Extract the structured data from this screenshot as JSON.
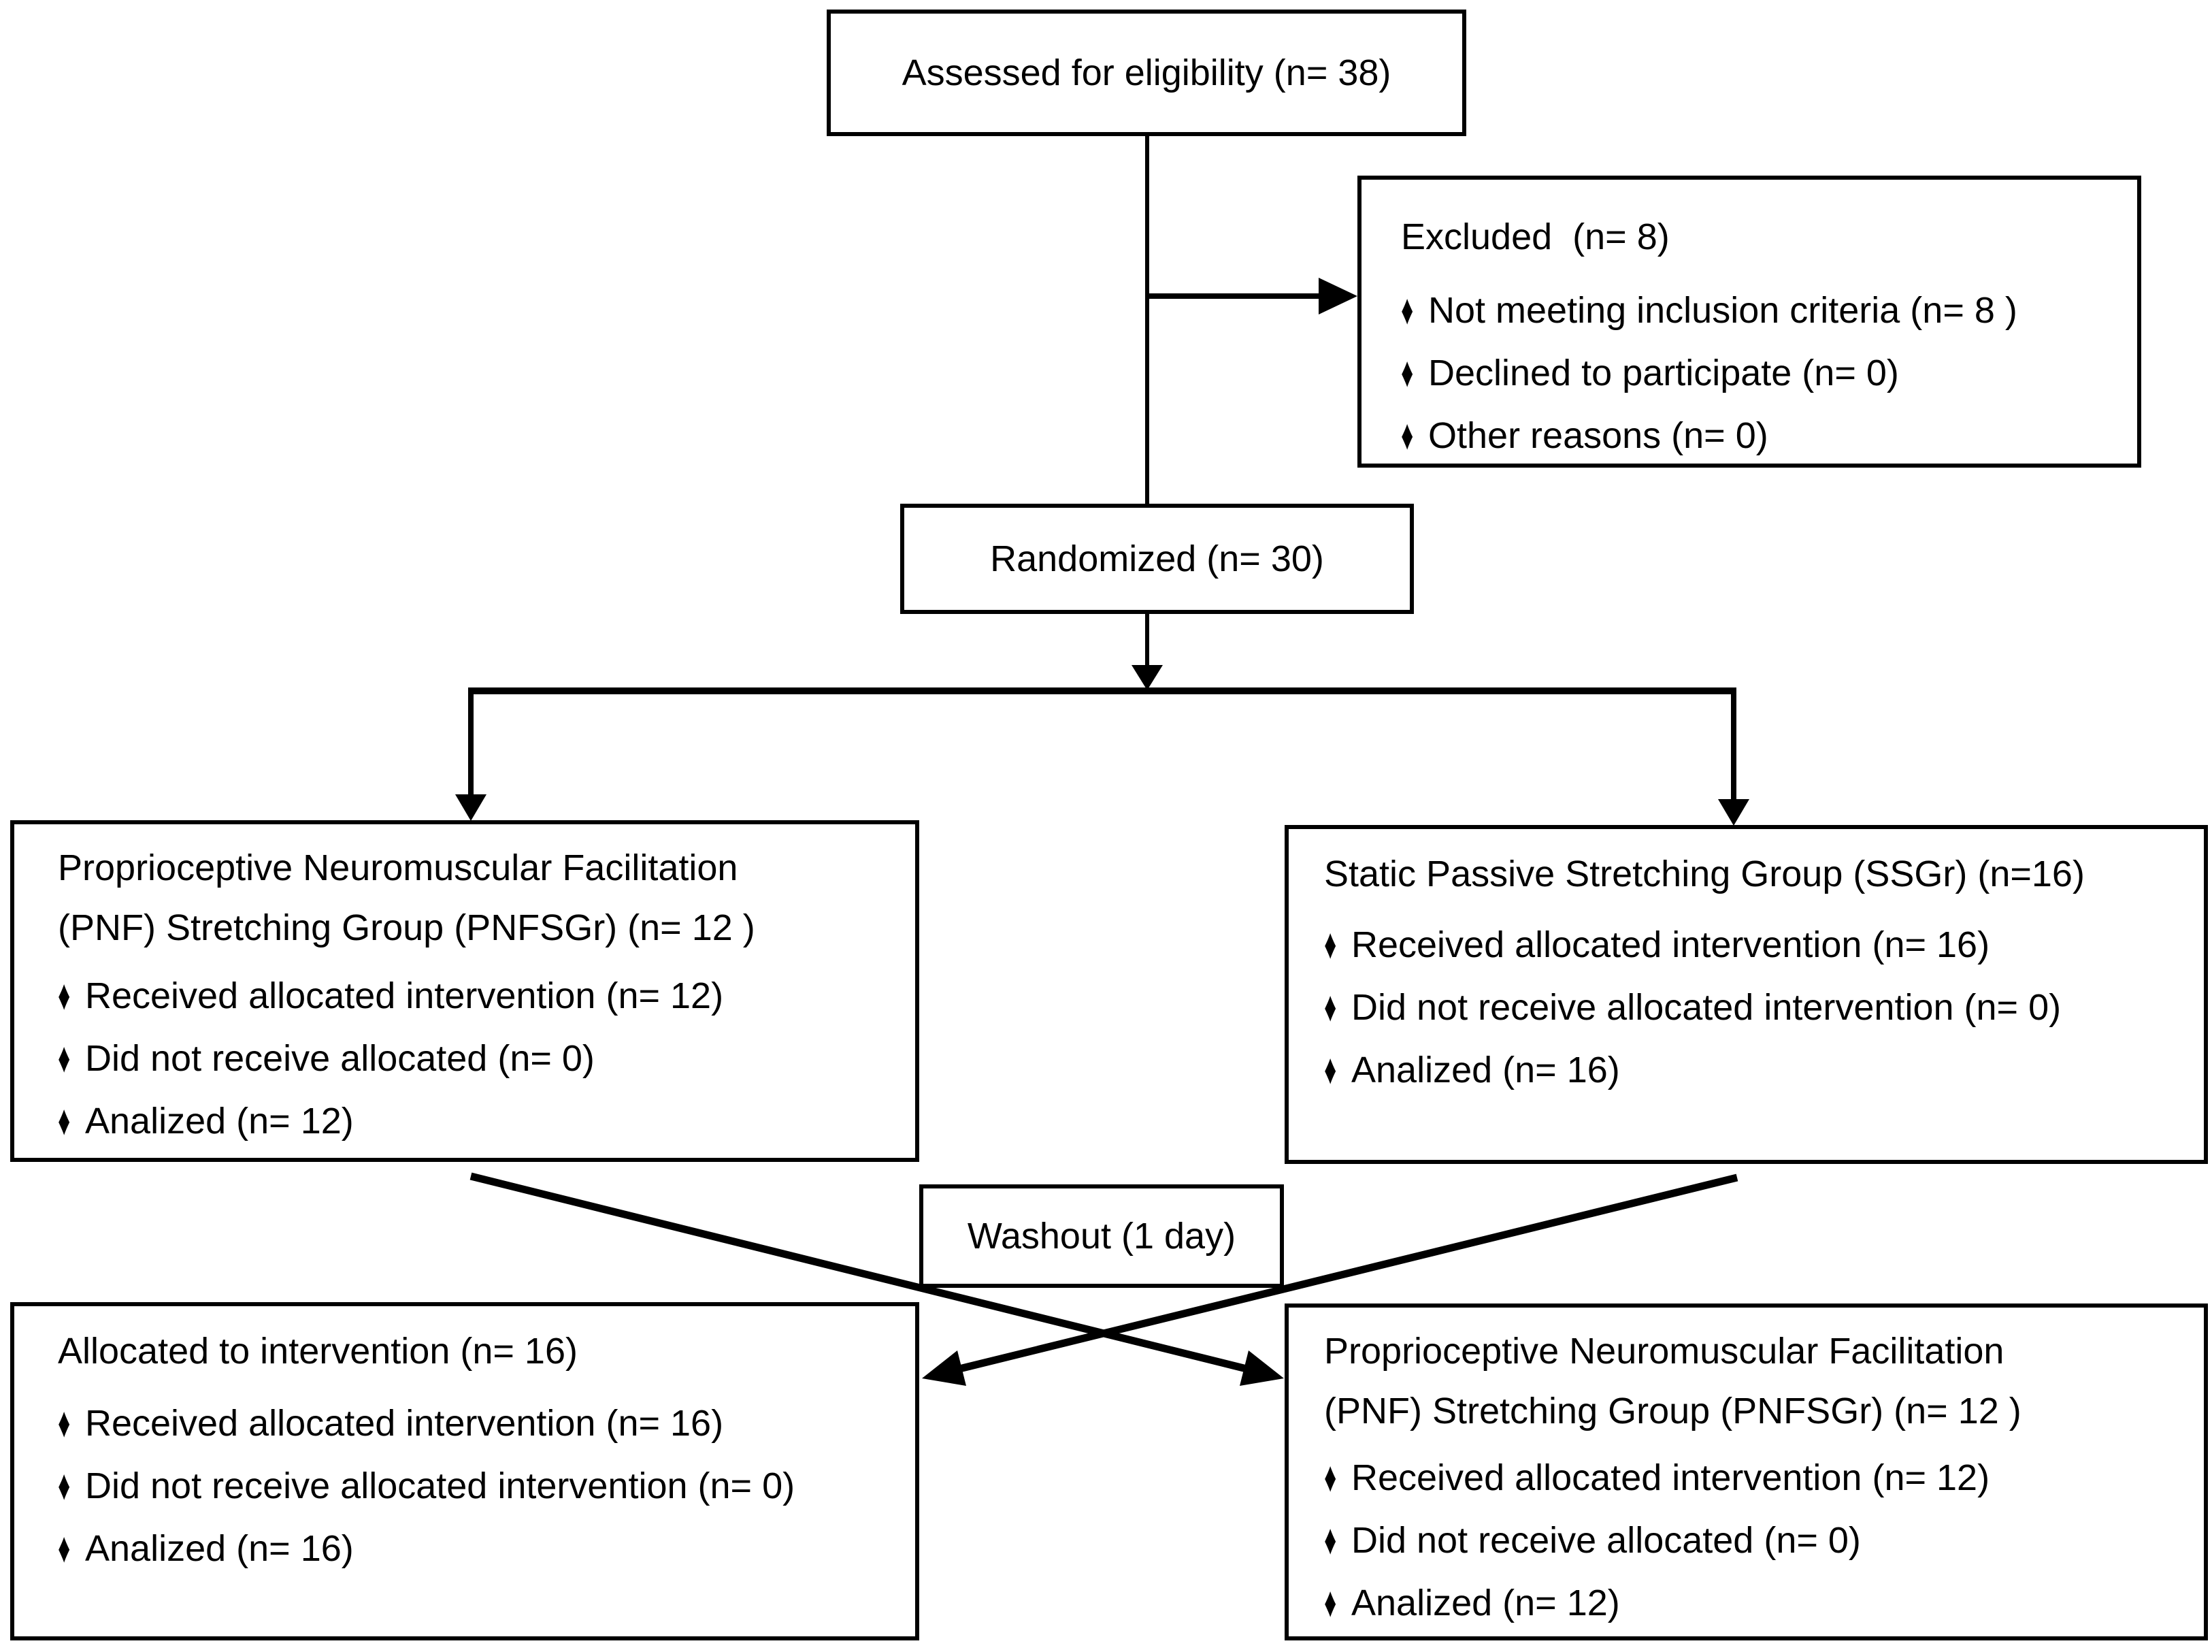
{
  "diagram_title": "CONSORT participant flow diagram",
  "bullet_icon": "♦",
  "colors": {
    "line": "#000000",
    "background": "#ffffff",
    "text": "#000000"
  },
  "boxes": {
    "assessed": {
      "text": "Assessed for eligibility (n= 38)"
    },
    "excluded": {
      "title": "Excluded  (n= 8)",
      "bullets": [
        "Not meeting inclusion criteria (n= 8 )",
        "Declined to participate (n= 0)",
        "Other reasons (n= 0)"
      ]
    },
    "randomized": {
      "text": "Randomized (n= 30)"
    },
    "left_group": {
      "title_line1": "Proprioceptive Neuromuscular Facilitation",
      "title_line2": "(PNF) Stretching Group (PNFSGr) (n= 12 )",
      "bullets": [
        "Received allocated intervention (n= 12)",
        "Did not receive allocated (n= 0)",
        "Analized (n= 12)"
      ]
    },
    "right_group": {
      "title": "Static Passive Stretching Group (SSGr) (n=16)",
      "bullets": [
        "Received allocated intervention (n= 16)",
        "Did not receive allocated intervention (n= 0)",
        "Analized (n= 16)"
      ]
    },
    "washout": {
      "text": "Washout (1 day)"
    },
    "bottom_left": {
      "title": "Allocated to intervention (n= 16)",
      "bullets": [
        "Received allocated intervention (n= 16)",
        "Did not receive allocated intervention (n= 0)",
        "Analized (n= 16)"
      ]
    },
    "bottom_right": {
      "title_line1": "Proprioceptive Neuromuscular Facilitation",
      "title_line2": "(PNF) Stretching Group (PNFSGr) (n= 12 )",
      "bullets": [
        "Received allocated intervention (n= 12)",
        "Did not receive allocated (n= 0)",
        "Analized (n= 12)"
      ]
    }
  }
}
